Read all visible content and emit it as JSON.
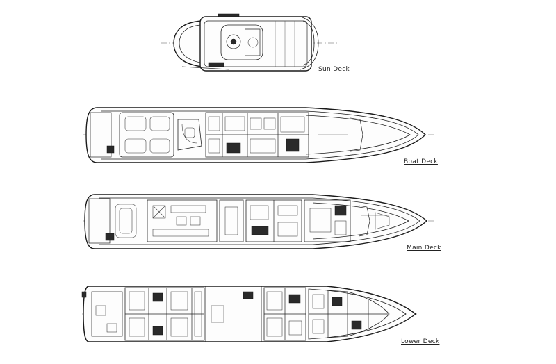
{
  "decks": [
    {
      "id": "sun",
      "label": "Sun Deck"
    },
    {
      "id": "boat",
      "label": "Boat Deck"
    },
    {
      "id": "main",
      "label": "Main Deck"
    },
    {
      "id": "lower",
      "label": "Lower Deck"
    }
  ]
}
